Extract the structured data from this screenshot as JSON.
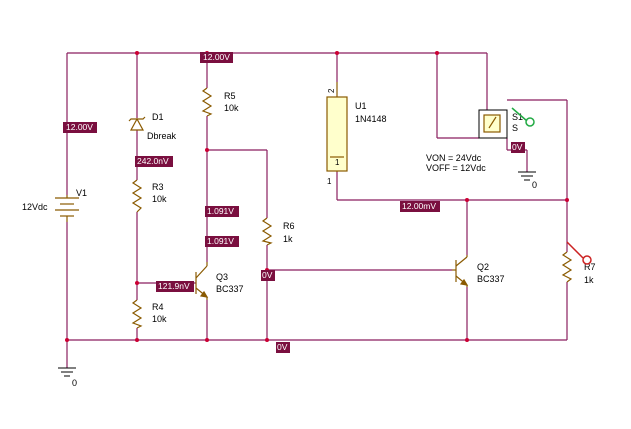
{
  "components": {
    "v1": {
      "ref": "V1",
      "value": "12Vdc"
    },
    "d1": {
      "ref": "D1",
      "value": "Dbreak"
    },
    "r3": {
      "ref": "R3",
      "value": "10k"
    },
    "r4": {
      "ref": "R4",
      "value": "10k"
    },
    "r5": {
      "ref": "R5",
      "value": "10k"
    },
    "r6": {
      "ref": "R6",
      "value": "1k"
    },
    "r7": {
      "ref": "R7",
      "value": "1k"
    },
    "q3": {
      "ref": "Q3",
      "value": "BC337"
    },
    "q2": {
      "ref": "Q2",
      "value": "BC337"
    },
    "u1": {
      "ref": "U1",
      "value": "1N4148",
      "pin_top": "2",
      "pin_bottom": "1",
      "pin_inner": "1"
    },
    "s1": {
      "ref": "S1",
      "sub": "S",
      "von": "VON = 24Vdc",
      "voff": "VOFF = 12Vdc"
    }
  },
  "voltage_tags": {
    "top_rail": "12.00V",
    "left_rail": "12.00V",
    "zener_node": "242.0nV",
    "q3_collector_a": "1.091V",
    "q3_collector_b": "1.091V",
    "q3_base": "121.9nV",
    "q2_base": "0V",
    "ground_rail": "0V",
    "switch_node": "0V",
    "diode_node": "12.00mV"
  },
  "grounds": {
    "main": "0",
    "switch": "0"
  },
  "colors": {
    "wire": "#8a1f5f",
    "part": "#8a5a00",
    "tag": "#7a0f3f",
    "probe_green": "#22aa44",
    "probe_red": "#cc2222"
  }
}
